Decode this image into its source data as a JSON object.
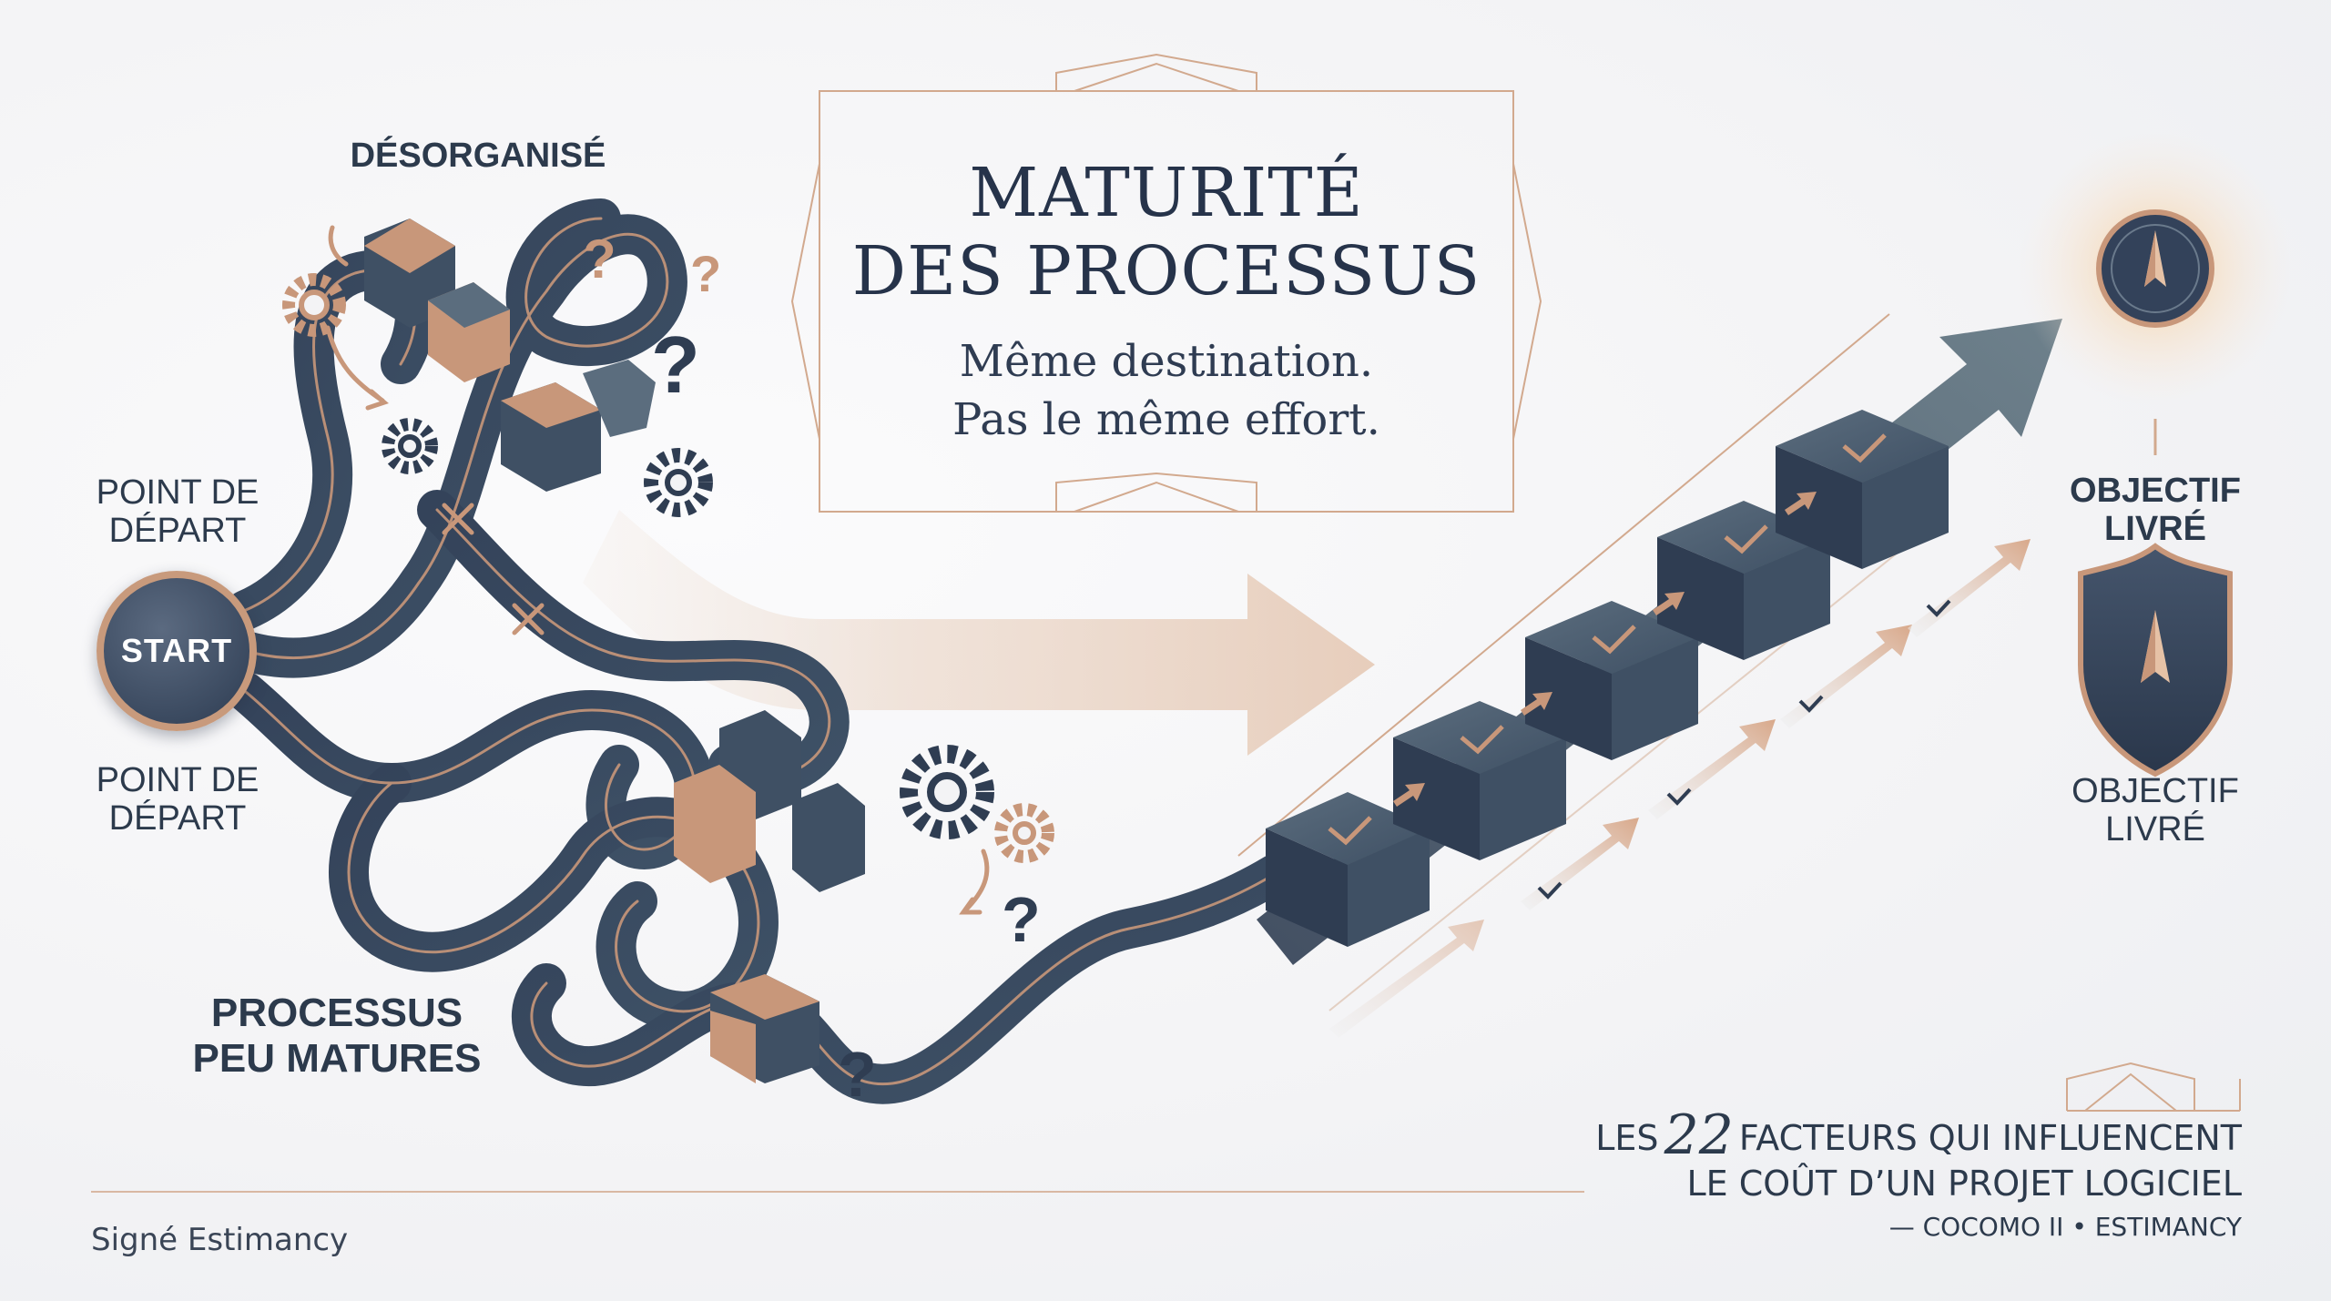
{
  "title": {
    "line1": "MATURITÉ",
    "line2": "DES PROCESSUS"
  },
  "subtitle": {
    "line1": "Même destination.",
    "line2": "Pas le même effort."
  },
  "labels": {
    "disorganized": "DÉSORGANISÉ",
    "start_top_1": "POINT DE",
    "start_top_2": "DÉPART",
    "start_badge": "START",
    "start_bottom_1": "POINT DE",
    "start_bottom_2": "DÉPART",
    "immature_1": "PROCESSUS",
    "immature_2": "PEU MATURES",
    "goal_top_1": "OBJECTIF",
    "goal_top_2": "LIVRÉ",
    "goal_bottom_1": "OBJECTIF",
    "goal_bottom_2": "LIVRÉ"
  },
  "question_marks": [
    "?",
    "?",
    "?",
    "?",
    "?",
    "?"
  ],
  "footer": {
    "signature": "Signé Estimancy",
    "ref_prefix": "LES",
    "ref_number": "22",
    "ref_suffix": "FACTEURS QUI INFLUENCENT",
    "ref_line2": "LE COÛT D’UN PROJET LOGICIEL",
    "ref_line3": "— COCOMO II • ESTIMANCY"
  },
  "colors": {
    "navy": "#2f3d52",
    "slate": "#3f5064",
    "copper": "#c8977a",
    "light_copper": "#e6cbb8",
    "background": "#f3f3f5",
    "glow": "#f3c48e"
  },
  "icons": [
    "gear-icon",
    "compass-star-icon",
    "shield-icon",
    "check-icon",
    "cross-icon",
    "broken-block-icon"
  ]
}
